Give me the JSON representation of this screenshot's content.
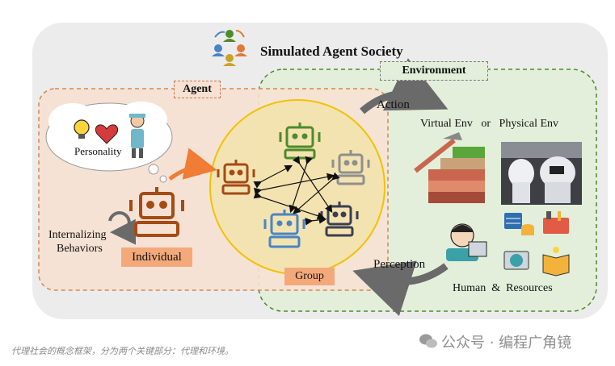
{
  "diagram": {
    "title": "Simulated Agent Society",
    "agent_label": "Agent",
    "environment_label": "Environment",
    "personality_label": "Personality",
    "internalizing_label_1": "Internalizing",
    "internalizing_label_2": "Behaviors",
    "individual_label": "Individual",
    "group_label": "Group",
    "action_label": "Action",
    "perception_label": "Perception",
    "env_types": "Virtual Env   or   Physical Env",
    "human_resources": "Human  &  Resources"
  },
  "caption": "代理社会的概念框架，分为两个关键部分：代理和环境。",
  "watermark": "公众号 · 编程广角镜",
  "colors": {
    "agent_region": "#f6e1d3",
    "environment_region": "#e3efda",
    "group_circle": "#f2e3a6",
    "robot_brown": "#a64a14",
    "robot_green": "#4f8a2b",
    "robot_gray": "#8f8f8f",
    "robot_blue": "#4a84c4",
    "robot_dark": "#3a3f50",
    "arrow_orange": "#f07c35"
  }
}
